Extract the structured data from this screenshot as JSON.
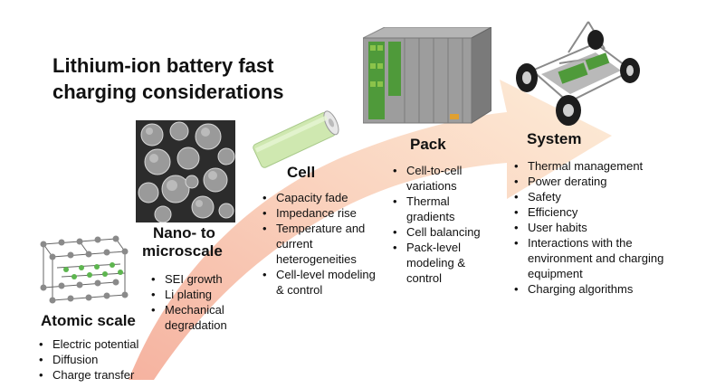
{
  "title": {
    "line1": "Lithium-ion battery fast",
    "line2": "charging considerations"
  },
  "stages": {
    "atomic": {
      "heading": "Atomic scale",
      "items": [
        "Electric potential",
        "Diffusion",
        "Charge transfer"
      ]
    },
    "nano": {
      "heading_line1": "Nano- to",
      "heading_line2": "microscale",
      "items": [
        "SEI growth",
        "Li plating",
        "Mechanical degradation"
      ]
    },
    "cell": {
      "heading": "Cell",
      "items": [
        "Capacity fade",
        "Impedance rise",
        "Temperature and current heterogeneities",
        "Cell-level modeling & control"
      ]
    },
    "pack": {
      "heading": "Pack",
      "items": [
        "Cell-to-cell variations",
        "Thermal gradients",
        "Cell balancing",
        "Pack-level modeling & control"
      ]
    },
    "system": {
      "heading": "System",
      "items": [
        "Thermal management",
        "Power derating",
        "Safety",
        "Efficiency",
        "User habits",
        "Interactions with the environment and charging equipment",
        "Charging algorithms"
      ]
    }
  },
  "colors": {
    "arrow_start": "#f6b9a4",
    "arrow_end": "#fde7c9",
    "text": "#111111"
  },
  "icons": {
    "atomic": "atomic-lattice-icon",
    "nano": "microparticles-image",
    "cell": "cylindrical-cell-image",
    "pack": "battery-pack-image",
    "system": "vehicle-chassis-image"
  }
}
